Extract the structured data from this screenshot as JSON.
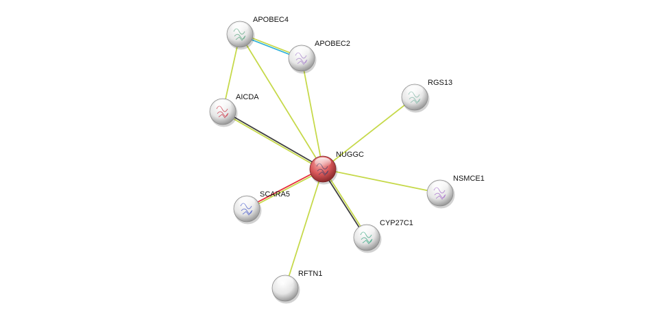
{
  "network": {
    "query_node": "NUGGC",
    "nodes": [
      {
        "id": "APOBEC4",
        "label": "APOBEC4",
        "color": "#ffffff",
        "structure": "#66aa88"
      },
      {
        "id": "APOBEC2",
        "label": "APOBEC2",
        "color": "#ffffff",
        "structure": "#aa88cc"
      },
      {
        "id": "AICDA",
        "label": "AICDA",
        "color": "#ffffff",
        "structure": "#cc4455"
      },
      {
        "id": "RGS13",
        "label": "RGS13",
        "color": "#ffffff",
        "structure": "#88bbaa"
      },
      {
        "id": "NUGGC",
        "label": "NUGGC",
        "color": "#d9585a",
        "structure": "#554466"
      },
      {
        "id": "NSMCE1",
        "label": "NSMCE1",
        "color": "#ffffff",
        "structure": "#aa77cc"
      },
      {
        "id": "SCARA5",
        "label": "SCARA5",
        "color": "#ffffff",
        "structure": "#5566cc"
      },
      {
        "id": "CYP27C1",
        "label": "CYP27C1",
        "color": "#ffffff",
        "structure": "#44aa88"
      },
      {
        "id": "RFTN1",
        "label": "RFTN1",
        "color": "#ffffff",
        "structure": ""
      }
    ],
    "edges": [
      {
        "from": "APOBEC4",
        "to": "APOBEC2",
        "colors": [
          "#c6d94a",
          "#31b2d9"
        ]
      },
      {
        "from": "APOBEC4",
        "to": "AICDA",
        "colors": [
          "#c6d94a"
        ]
      },
      {
        "from": "APOBEC4",
        "to": "NUGGC",
        "colors": [
          "#c6d94a"
        ]
      },
      {
        "from": "APOBEC2",
        "to": "NUGGC",
        "colors": [
          "#c6d94a"
        ]
      },
      {
        "from": "AICDA",
        "to": "NUGGC",
        "colors": [
          "#3f3f3f",
          "#c6d94a"
        ]
      },
      {
        "from": "RGS13",
        "to": "NUGGC",
        "colors": [
          "#c6d94a"
        ]
      },
      {
        "from": "NSMCE1",
        "to": "NUGGC",
        "colors": [
          "#c6d94a"
        ]
      },
      {
        "from": "SCARA5",
        "to": "NUGGC",
        "colors": [
          "#e8303a",
          "#c6d94a"
        ]
      },
      {
        "from": "CYP27C1",
        "to": "NUGGC",
        "colors": [
          "#3f3f3f",
          "#c6d94a"
        ]
      },
      {
        "from": "RFTN1",
        "to": "NUGGC",
        "colors": [
          "#c6d94a"
        ]
      }
    ]
  }
}
